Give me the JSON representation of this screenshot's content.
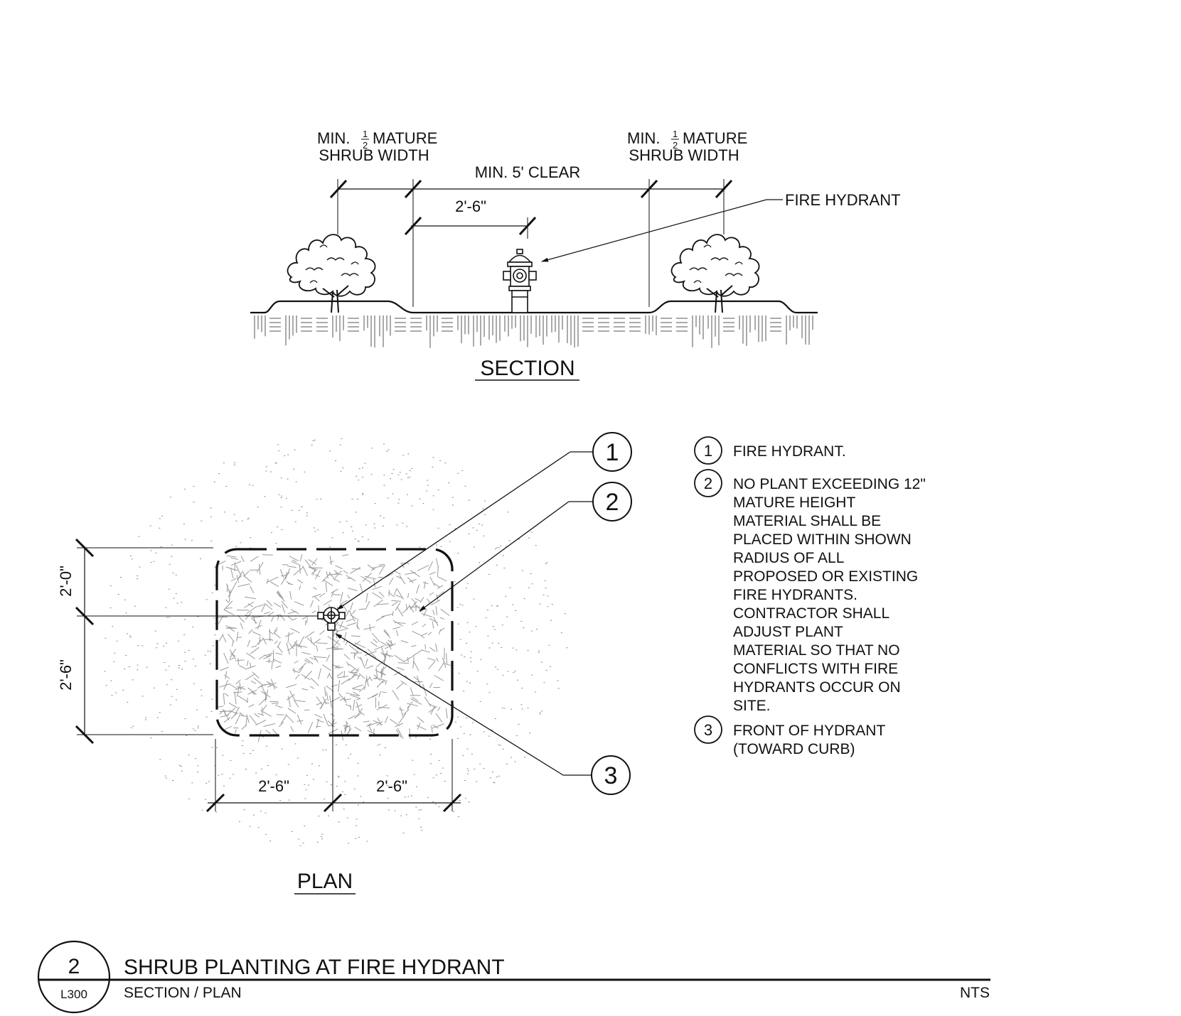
{
  "section": {
    "title": "SECTION",
    "left_dim_label_1": "MIN.",
    "left_dim_frac_num": "1",
    "left_dim_frac_den": "2",
    "left_dim_label_2": "MATURE",
    "left_dim_label_3": "SHRUB WIDTH",
    "right_dim_label_1": "MIN.",
    "right_dim_frac_num": "1",
    "right_dim_frac_den": "2",
    "right_dim_label_2": "MATURE",
    "right_dim_label_3": "SHRUB WIDTH",
    "clear_label": "MIN. 5' CLEAR",
    "offset_label": "2'-6\"",
    "hydrant_label": "FIRE HYDRANT"
  },
  "plan": {
    "title": "PLAN",
    "dim_top_vertical": "2'-0\"",
    "dim_bottom_vertical": "2'-6\"",
    "dim_left_horizontal": "2'-6\"",
    "dim_right_horizontal": "2'-6\"",
    "callouts": [
      "1",
      "2",
      "3"
    ]
  },
  "notes": [
    {
      "num": "1",
      "lines": [
        "FIRE HYDRANT."
      ]
    },
    {
      "num": "2",
      "lines": [
        "NO PLANT EXCEEDING 12\"",
        "MATURE HEIGHT",
        "MATERIAL SHALL BE",
        "PLACED WITHIN SHOWN",
        "RADIUS OF ALL",
        "PROPOSED OR EXISTING",
        "FIRE HYDRANTS.",
        "CONTRACTOR SHALL",
        "ADJUST PLANT",
        "MATERIAL SO THAT NO",
        "CONFLICTS WITH FIRE",
        "HYDRANTS OCCUR ON",
        "SITE."
      ]
    },
    {
      "num": "3",
      "lines": [
        "FRONT OF HYDRANT",
        "(TOWARD CURB)"
      ]
    }
  ],
  "title_block": {
    "detail_number": "2",
    "sheet_number": "L300",
    "title": "SHRUB PLANTING AT FIRE HYDRANT",
    "subtitle": "SECTION / PLAN",
    "scale": "NTS"
  }
}
